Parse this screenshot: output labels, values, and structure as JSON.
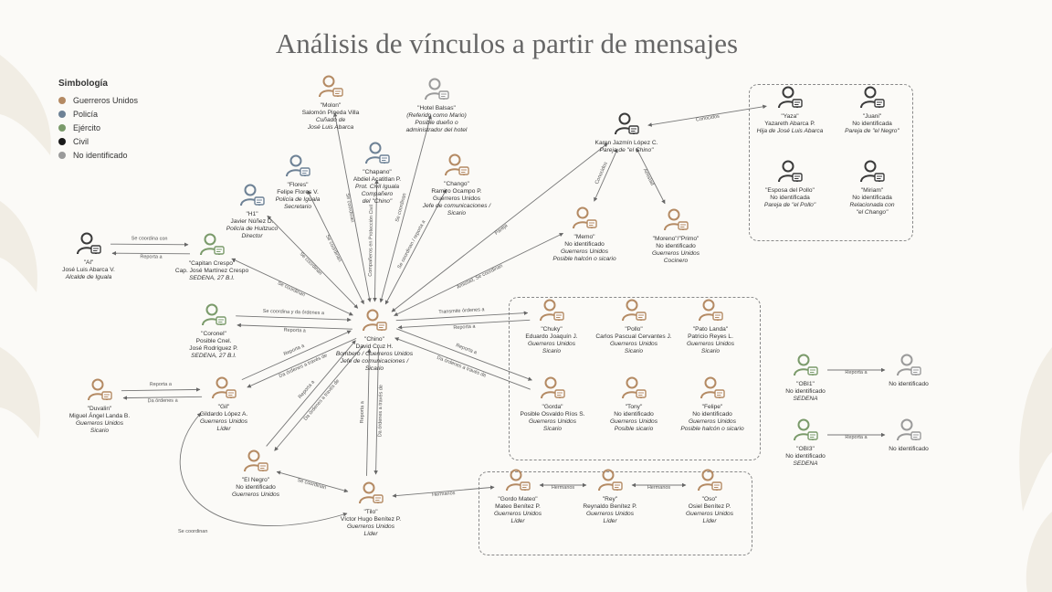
{
  "title": "Análisis de vínculos a partir de mensajes",
  "colors": {
    "guerreros": "#b48a63",
    "policia": "#6d8195",
    "ejercito": "#7a9a6a",
    "civil": "#3a3a3a",
    "no_identificado": "#9a9a9a"
  },
  "legend": {
    "title": "Simbología",
    "items": [
      {
        "label": "Guerreros Unidos",
        "color": "#b48a63"
      },
      {
        "label": "Policía",
        "color": "#6d8195"
      },
      {
        "label": "Ejército",
        "color": "#7a9a6a"
      },
      {
        "label": "Civil",
        "color": "#1a1a1a"
      },
      {
        "label": "No identificado",
        "color": "#9a9a9a"
      }
    ]
  },
  "nodes": [
    {
      "id": "molon",
      "color": "guerreros",
      "lines": [
        "\"Molon\"",
        "Salomón Pineda Villa",
        "Cuñado de",
        "José Luis Abarca"
      ]
    },
    {
      "id": "hotel",
      "color": "no_identificado",
      "lines": [
        "\"Hotel Balsas\"",
        "(Referido como Mario)",
        "Posible dueño o",
        "administrador del hotel"
      ]
    },
    {
      "id": "flores",
      "color": "policia",
      "lines": [
        "\"Flores\"",
        "Felipe Flores V.",
        "Policía de Iguala",
        "Secretario"
      ]
    },
    {
      "id": "chapano",
      "color": "policia",
      "lines": [
        "\"Chapano\"",
        "Abdiel Acatitlan P.",
        "Prot. Civil Iguala",
        "Compañero",
        "del \"Chino\""
      ]
    },
    {
      "id": "chango",
      "color": "guerreros",
      "lines": [
        "\"Chango\"",
        "Ramiro Ocampo P.",
        "Guerreros Unidos",
        "Jefe de comunicaciones /",
        "Sicario"
      ]
    },
    {
      "id": "h1",
      "color": "policia",
      "lines": [
        "\"H1\"",
        "Javier Núñez D.",
        "Policía de Huitzuco",
        "Director"
      ]
    },
    {
      "id": "al",
      "color": "civil",
      "lines": [
        "\"Al\"",
        "José Luis Abarca V.",
        "Alcalde de Iguala"
      ]
    },
    {
      "id": "crespo",
      "color": "ejercito",
      "lines": [
        "\"Capitan Crespo\"",
        "Cap. José Martínez Crespo",
        "SEDENA, 27 B.I."
      ]
    },
    {
      "id": "coronel",
      "color": "ejercito",
      "lines": [
        "\"Coronel\"",
        "Posible Cnel.",
        "José Rodríguez P.",
        "SEDENA, 27 B.I."
      ]
    },
    {
      "id": "chino",
      "color": "guerreros",
      "lines": [
        "\"Chino\"",
        "David Cruz H.",
        "Bombero / Guerreros Unidos",
        "Jefe de comunicaciones /",
        "Sicario"
      ]
    },
    {
      "id": "duvalin",
      "color": "guerreros",
      "lines": [
        "\"Duvalin\"",
        "Miguel Ángel Landa B.",
        "Guerreros Unidos",
        "Sicario"
      ]
    },
    {
      "id": "gil",
      "color": "guerreros",
      "lines": [
        "\"Gil\"",
        "Gildardo López A.",
        "Guerreros Unidos",
        "Líder"
      ]
    },
    {
      "id": "negro",
      "color": "guerreros",
      "lines": [
        "\"El Negro\"",
        "No identificado",
        "Guerreros Unidos"
      ]
    },
    {
      "id": "tilo",
      "color": "guerreros",
      "lines": [
        "\"Tilo\"",
        "Víctor Hugo Benítez P.",
        "Guerreros Unidos",
        "Líder"
      ]
    },
    {
      "id": "karen",
      "color": "civil",
      "lines": [
        "Karen Jazmín López C.",
        "Pareja de \"el Chino\""
      ]
    },
    {
      "id": "memo",
      "color": "guerreros",
      "lines": [
        "\"Memo\"",
        "No identificado",
        "Guerreros Unidos",
        "Posible halcón o sicario"
      ]
    },
    {
      "id": "moreno",
      "color": "guerreros",
      "lines": [
        "\"Moreno\"/\"Primo\"",
        "No identificado",
        "Guerreros Unidos",
        "Cocinero"
      ]
    },
    {
      "id": "yaza",
      "color": "civil",
      "lines": [
        "\"Yaza\"",
        "Yazareth Abarca P.",
        "Hija de José Luis Abarca"
      ]
    },
    {
      "id": "juani",
      "color": "civil",
      "lines": [
        "\"Juani\"",
        "No identificada",
        "Pareja de \"el Negro\""
      ]
    },
    {
      "id": "esposa",
      "color": "civil",
      "lines": [
        "\"Esposa del Pollo\"",
        "No identificada",
        "Pareja de \"el Pollo\""
      ]
    },
    {
      "id": "miriam",
      "color": "civil",
      "lines": [
        "\"Miriam\"",
        "No identificada",
        "Relacionada con",
        "\"el Chango\""
      ]
    },
    {
      "id": "chuky",
      "color": "guerreros",
      "lines": [
        "\"Chuky\"",
        "Eduardo Joaquín J.",
        "Guerreros Unidos",
        "Sicario"
      ]
    },
    {
      "id": "pollo",
      "color": "guerreros",
      "lines": [
        "\"Pollo\"",
        "Carlos Pascual Cervantes J.",
        "Guerreros Unidos",
        "Sicario"
      ]
    },
    {
      "id": "patolanda",
      "color": "guerreros",
      "lines": [
        "\"Pato Landa\"",
        "Patricio Reyes L.",
        "Guerreros Unidos",
        "Sicario"
      ]
    },
    {
      "id": "gorda",
      "color": "guerreros",
      "lines": [
        "\"Gorda\"",
        "Posible Osvaldo Ríos S.",
        "Guerreros Unidos",
        "Sicario"
      ]
    },
    {
      "id": "tony",
      "color": "guerreros",
      "lines": [
        "\"Tony\"",
        "No identificado",
        "Guerreros Unidos",
        "Posible sicario"
      ]
    },
    {
      "id": "felipe",
      "color": "guerreros",
      "lines": [
        "\"Felipe\"",
        "No identificado",
        "Guerreros Unidos",
        "Posible halcón o sicario"
      ]
    },
    {
      "id": "gordomateo",
      "color": "guerreros",
      "lines": [
        "\"Gordo Mateo\"",
        "Mateo Benítez P.",
        "Guerreros Unidos",
        "Líder"
      ]
    },
    {
      "id": "rey",
      "color": "guerreros",
      "lines": [
        "\"Rey\"",
        "Reynaldo Benítez P.",
        "Guerreros Unidos",
        "Líder"
      ]
    },
    {
      "id": "oso",
      "color": "guerreros",
      "lines": [
        "\"Oso\"",
        "Osiel Benítez P.",
        "Guerreros Unidos",
        "Líder"
      ]
    },
    {
      "id": "obi1",
      "color": "ejercito",
      "lines": [
        "\"OBI1\"",
        "No identificado",
        "SEDENA"
      ]
    },
    {
      "id": "noid1",
      "color": "no_identificado",
      "lines": [
        "No identificado"
      ]
    },
    {
      "id": "obi3",
      "color": "ejercito",
      "lines": [
        "\"OBI3\"",
        "No identificado",
        "SEDENA"
      ]
    },
    {
      "id": "noid2",
      "color": "no_identificado",
      "lines": [
        "No identificado"
      ]
    }
  ],
  "edges": [
    {
      "label": "Se coordina con"
    },
    {
      "label": "Reporta a"
    },
    {
      "label": "Se coordinan"
    },
    {
      "label": "Se coordinan"
    },
    {
      "label": "Se coordina y da órdenes a"
    },
    {
      "label": "Reporta a"
    },
    {
      "label": "Se coordinan"
    },
    {
      "label": "Se coordinan"
    },
    {
      "label": "Compañeros en Protección Civil"
    },
    {
      "label": "Se coordinan / reporta a"
    },
    {
      "label": "Pareja"
    },
    {
      "label": "Amistad, Se coordinan"
    },
    {
      "label": "Conocidos"
    },
    {
      "label": "Conocidos"
    },
    {
      "label": "Amistad"
    },
    {
      "label": "Transmite órdenes a"
    },
    {
      "label": "Reporta a"
    },
    {
      "label": "Reporta a"
    },
    {
      "label": "Da órdenes a través de"
    },
    {
      "label": "Reporta a"
    },
    {
      "label": "Da órdenes a"
    },
    {
      "label": "Reporta a"
    },
    {
      "label": "Da órdenes a través de"
    },
    {
      "label": "Reporta a"
    },
    {
      "label": "Da órdenes a través de"
    },
    {
      "label": "Se coordinan"
    },
    {
      "label": "Se coordinan"
    },
    {
      "label": "Reporta a"
    },
    {
      "label": "Da órdenes a través de"
    },
    {
      "label": "Hermanos"
    },
    {
      "label": "Hermanos"
    },
    {
      "label": "Hermanos"
    },
    {
      "label": "Reporta a"
    },
    {
      "label": "Reporta a"
    }
  ]
}
